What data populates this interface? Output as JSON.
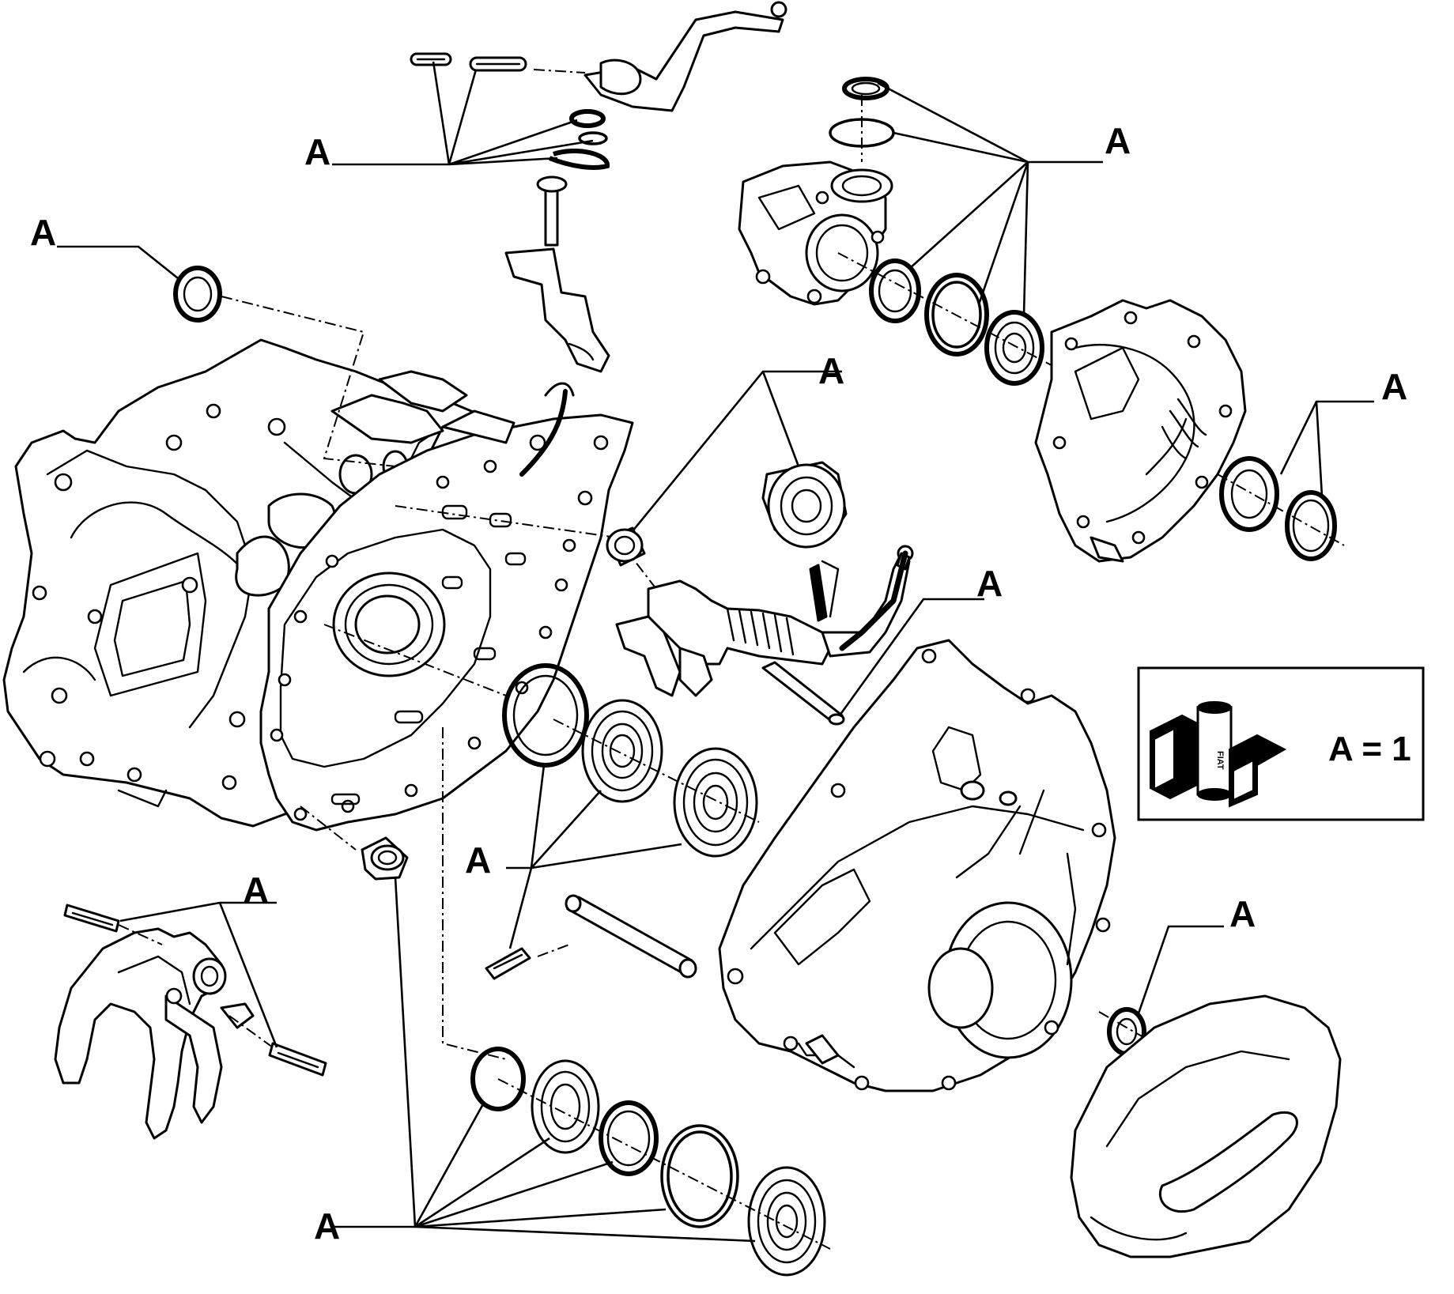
{
  "callouts": {
    "selector_lever": "A",
    "clutch_actuator": "A",
    "left_oil_seal": "A",
    "input_bushing": "A",
    "right_seals": "A",
    "roll_pin_right": "A",
    "center_bearings": "A",
    "fork_pins": "A",
    "differential_seal": "A",
    "lower_bearings": "A"
  },
  "legend": {
    "text": "A = 1",
    "logo_text": "FIAT"
  },
  "colors": {
    "line": "#000000",
    "background": "#ffffff"
  }
}
